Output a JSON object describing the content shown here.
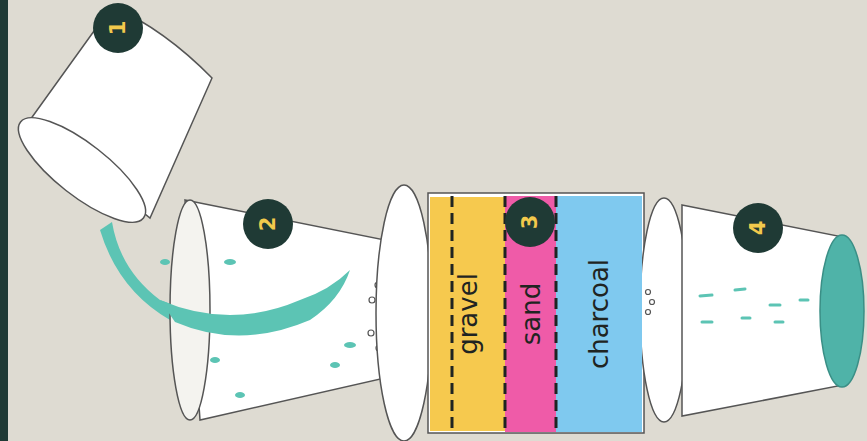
{
  "diagram": {
    "nodes": [
      {
        "text": [
          "gravel"
        ]
      },
      {
        "text": [
          "sand"
        ]
      },
      {
        "text": [
          "charcoal"
        ]
      }
    ],
    "labels": [
      "1",
      "2",
      "3",
      "4"
    ]
  }
}
